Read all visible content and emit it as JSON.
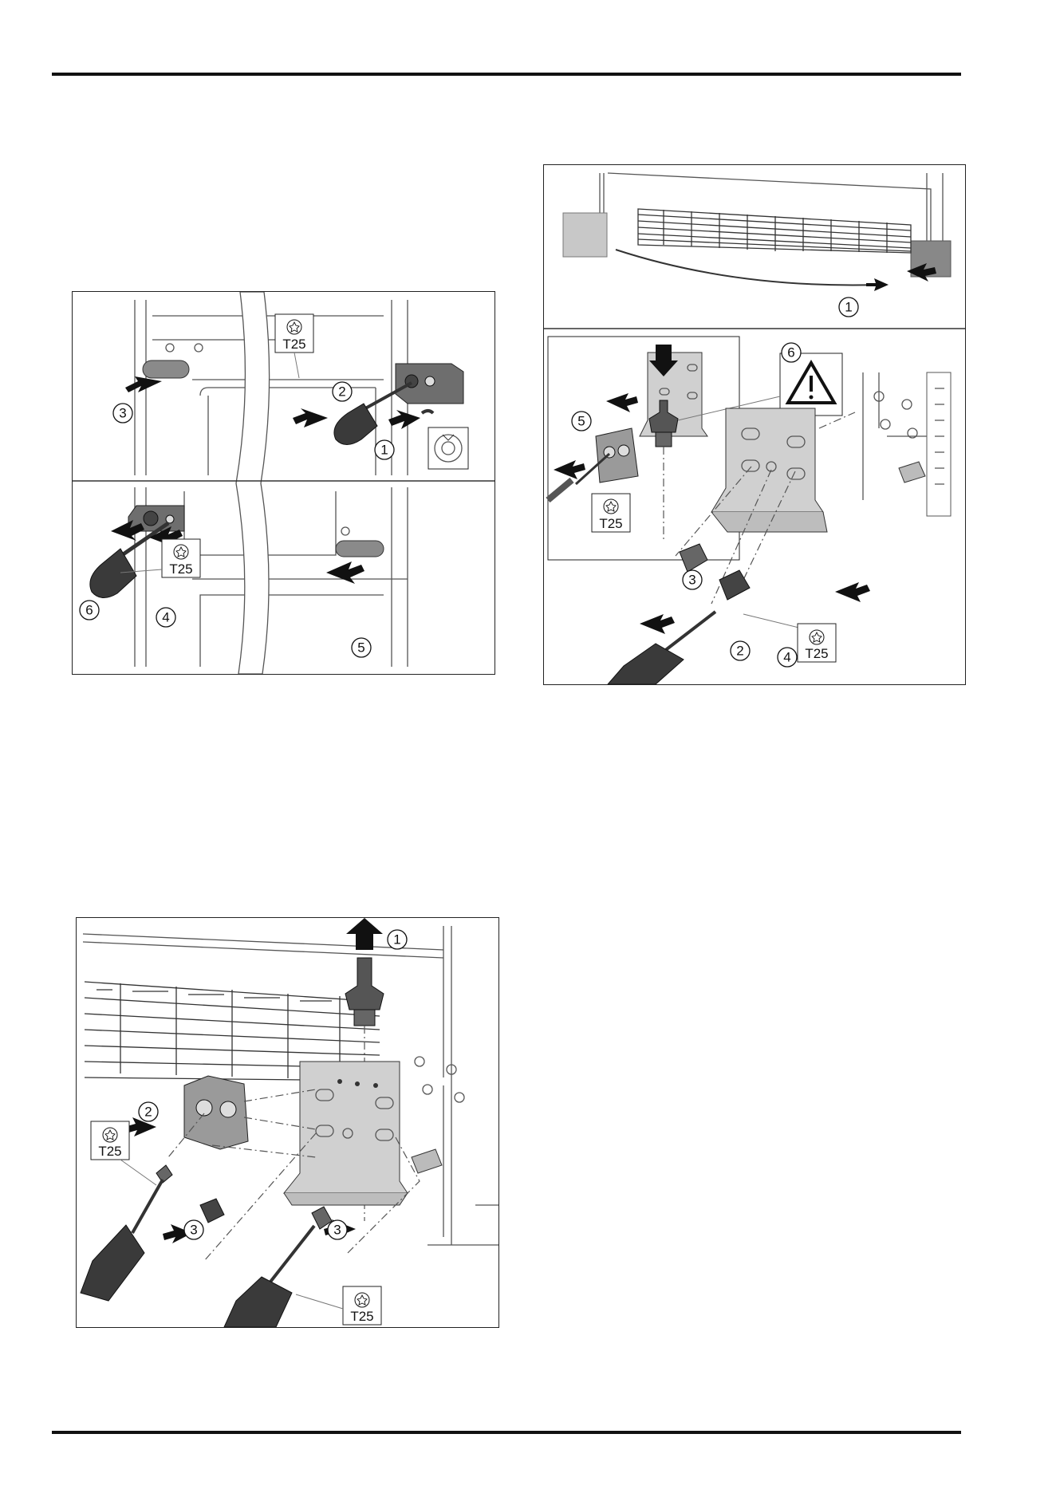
{
  "figures": {
    "fig1": {
      "callouts": [
        "1",
        "2",
        "3",
        "4",
        "5",
        "6"
      ],
      "tool_labels": [
        "T25",
        "T25"
      ]
    },
    "fig2": {
      "callouts": [
        "1",
        "2",
        "3",
        "4",
        "5",
        "6"
      ],
      "tool_labels": [
        "T25",
        "T25"
      ]
    },
    "fig3": {
      "callouts": [
        "1",
        "2",
        "3",
        "3"
      ],
      "tool_labels": [
        "T25",
        "T25"
      ]
    }
  },
  "icons": {
    "torx": "torx-icon",
    "warning": "warning-triangle-icon",
    "arrow": "arrow-icon",
    "screwdriver": "screwdriver-icon"
  },
  "colors": {
    "line": "#111111",
    "tool": "#3a3a3a",
    "bracket": "#c8c8c8",
    "panel": "#9a9a9a"
  }
}
